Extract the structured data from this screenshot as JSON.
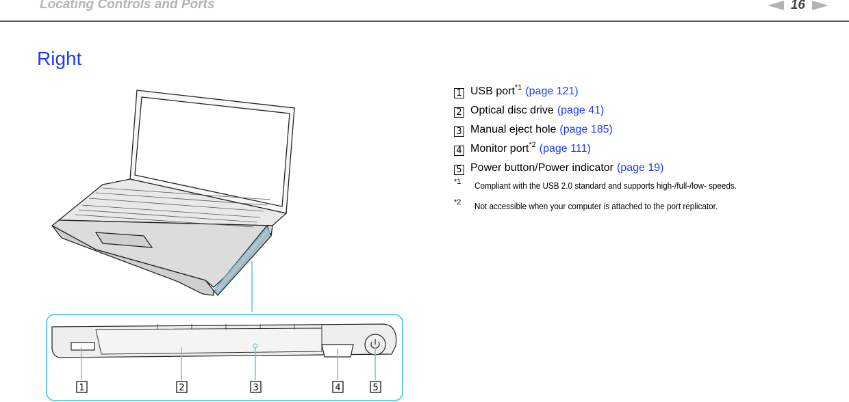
{
  "header": {
    "title": "Locating Controls and Ports",
    "page_number": "16"
  },
  "section": {
    "title": "Right"
  },
  "figure": {
    "callouts": [
      "1",
      "2",
      "3",
      "4",
      "5"
    ]
  },
  "legend": {
    "items": [
      {
        "num": "1",
        "label": "USB port",
        "sup": "*1",
        "link": "(page 121)"
      },
      {
        "num": "2",
        "label": "Optical disc drive",
        "sup": "",
        "link": "(page 41)"
      },
      {
        "num": "3",
        "label": "Manual eject hole",
        "sup": "",
        "link": "(page 185)"
      },
      {
        "num": "4",
        "label": "Monitor port",
        "sup": "*2",
        "link": "(page 111)"
      },
      {
        "num": "5",
        "label": "Power button/Power indicator",
        "sup": "",
        "link": "(page 19)"
      }
    ],
    "footnotes": [
      {
        "mark": "*1",
        "text": "Compliant with the USB 2.0 standard and supports high-/full-/low- speeds."
      },
      {
        "mark": "*2",
        "text": "Not accessible when your computer is attached to the port replicator."
      }
    ]
  },
  "colors": {
    "link": "#1e3ce6",
    "callout_line": "#5bc8e8",
    "header_gray": "#b4b4b4"
  }
}
